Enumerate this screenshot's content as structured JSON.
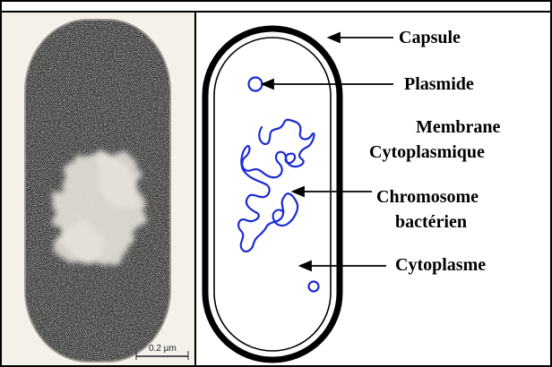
{
  "photo": {
    "scale_bar_label": "0.2 µm"
  },
  "diagram": {
    "labels": {
      "capsule": "Capsule",
      "plasmide": "Plasmide",
      "membrane_line1": "Membrane",
      "membrane_line2": "Cytoplasmique",
      "chromosome_line1": "Chromosome",
      "chromosome_line2": "bactérien",
      "cytoplasme": "Cytoplasme"
    },
    "colors": {
      "structure": "#1a2bd6",
      "outline": "#000000"
    }
  }
}
